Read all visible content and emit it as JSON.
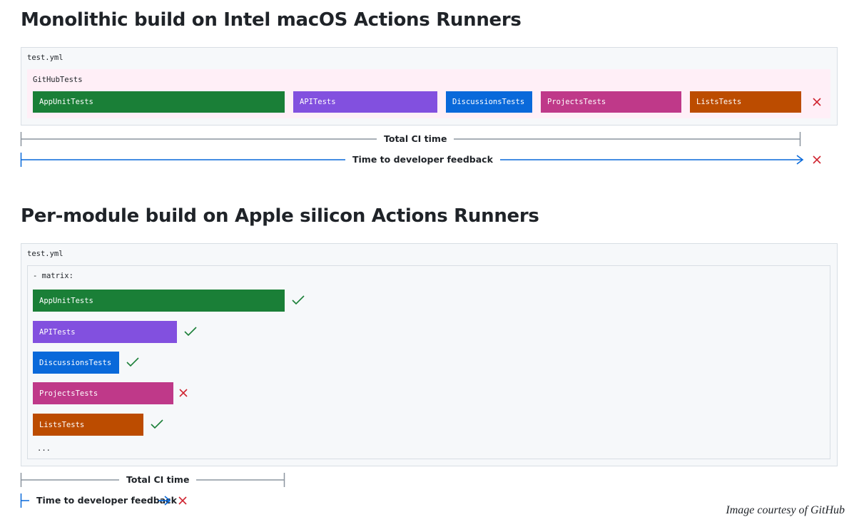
{
  "section1": {
    "title": "Monolithic build on Intel macOS Actions Runners",
    "file": "test.yml",
    "group": "GitHubTests",
    "jobs": [
      {
        "label": "AppUnitTests",
        "color": "#1a7f37"
      },
      {
        "label": "APITests",
        "color": "#8250df"
      },
      {
        "label": "DiscussionsTests",
        "color": "#0969da"
      },
      {
        "label": "ProjectsTests",
        "color": "#bf3989"
      },
      {
        "label": "ListsTests",
        "color": "#bc4c00"
      }
    ],
    "result": "failed",
    "total_ci_label": "Total CI time",
    "feedback_label": "Time to developer feedback",
    "feedback_result": "failed"
  },
  "section2": {
    "title": "Per-module build on Apple silicon Actions Runners",
    "file": "test.yml",
    "matrix_label": "- matrix:",
    "jobs": [
      {
        "label": "AppUnitTests",
        "color": "#1a7f37",
        "result": "passed"
      },
      {
        "label": "APITests",
        "color": "#8250df",
        "result": "passed"
      },
      {
        "label": "DiscussionsTests",
        "color": "#0969da",
        "result": "passed"
      },
      {
        "label": "ProjectsTests",
        "color": "#bf3989",
        "result": "failed"
      },
      {
        "label": "ListsTests",
        "color": "#bc4c00",
        "result": "passed"
      }
    ],
    "ellipsis": "...",
    "total_ci_label": "Total CI time",
    "feedback_label": "Time to developer feedback",
    "feedback_result": "failed"
  },
  "courtesy": "Image courtesy of GitHub",
  "colors": {
    "pass": "#1a7f37",
    "fail": "#cf222e",
    "timeline_gray": "#8c959f",
    "timeline_blue": "#0969da",
    "group_bg": "#ffeff7"
  }
}
